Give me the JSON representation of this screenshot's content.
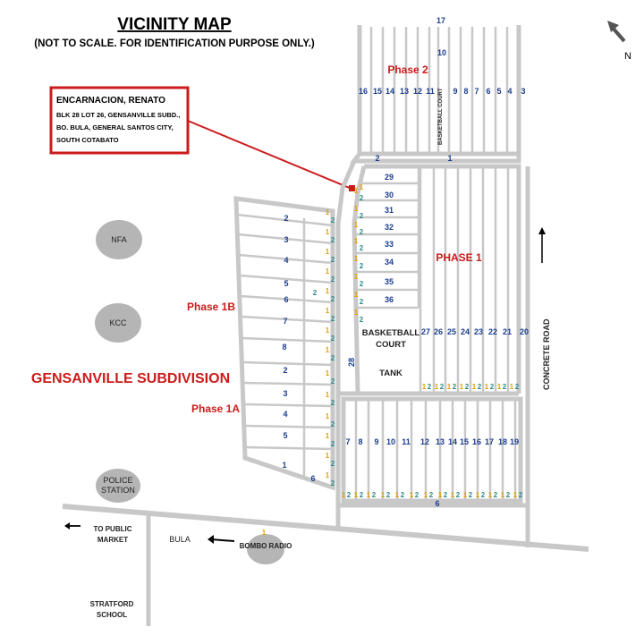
{
  "title": "VICINITY MAP",
  "subtitle": "(NOT TO SCALE. FOR IDENTIFICATION PURPOSE ONLY.)",
  "north_label": "N",
  "owner_box": {
    "name": "ENCARNACION, RENATO",
    "line1": "BLK 28 LOT 26, GENSANVILLE SUBD.,",
    "line2": "BO. BULA, GENERAL SANTOS CITY,",
    "line3": "SOUTH COTABATO"
  },
  "subdivision_name": "GENSANVILLE SUBDIVISION",
  "phase_labels": {
    "phase2": "Phase 2",
    "phase1": "PHASE 1",
    "phase1b": "Phase 1B",
    "phase1a": "Phase 1A"
  },
  "landmarks": {
    "nfa": "NFA",
    "kcc": "KCC",
    "police_1": "POLICE",
    "police_2": "STATION",
    "basketball_main_1": "BASKETBALL",
    "basketball_main_2": "COURT",
    "tank": "TANK",
    "basketball_small": "BASKETBALL COURT",
    "concrete_road": "CONCRETE ROAD",
    "public_market_1": "TO PUBLIC",
    "public_market_2": "MARKET",
    "bula": "BULA",
    "bombo_radio": "BOMBO RADIO",
    "stratford_1": "STRATFORD",
    "stratford_2": "SCHOOL"
  },
  "blocks": {
    "phase2_top": "17",
    "phase2_mid": "10",
    "phase2_bottom_left": "2",
    "phase2_bottom_right": "1",
    "phase2_lots": [
      "16",
      "15",
      "14",
      "13",
      "12",
      "11",
      "",
      "9",
      "8",
      "7",
      "6",
      "5",
      "4",
      "3"
    ],
    "phase1_side": [
      "29",
      "30",
      "31",
      "32",
      "33",
      "34",
      "35",
      "36"
    ],
    "phase1_lots": [
      "27",
      "26",
      "25",
      "24",
      "23",
      "22",
      "21",
      "20"
    ],
    "block28": "28",
    "phase1a_top_lots": [
      "7",
      "8",
      "9",
      "10",
      "11",
      "12",
      "13",
      "14",
      "15",
      "16",
      "17",
      "18",
      "19"
    ],
    "phase1a_bottom": "6",
    "west_1b": [
      "2",
      "3",
      "4",
      "5",
      "6",
      "7",
      "8"
    ],
    "west_1a": [
      "2",
      "3",
      "4",
      "5",
      "1"
    ],
    "west_bottom": "6"
  },
  "lot_pairs": {
    "lot_a": "1",
    "lot_b": "2"
  }
}
